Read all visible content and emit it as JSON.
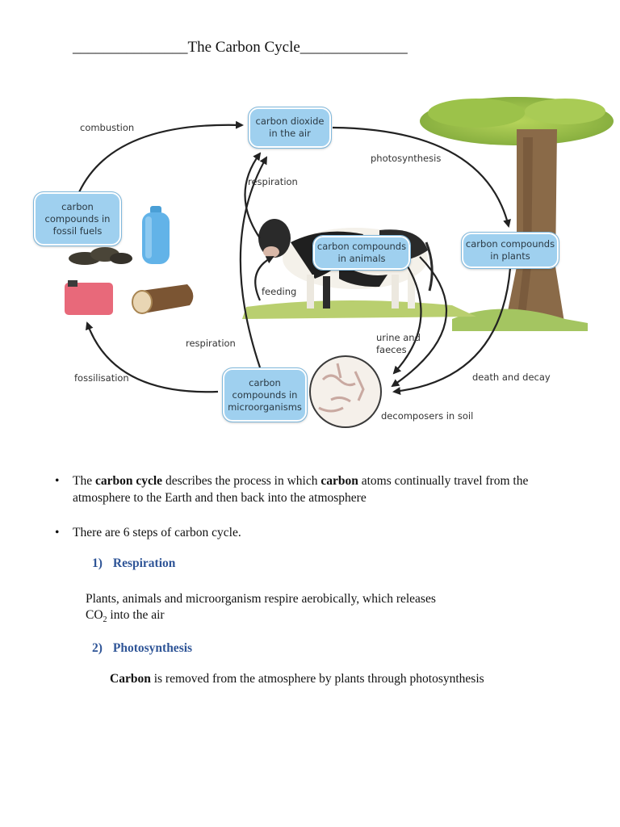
{
  "title": "_______________The Carbon Cycle______________",
  "diagram": {
    "boxes": {
      "co2_air": "carbon dioxide\nin the air",
      "fossil_fuels": "carbon\ncompounds in\nfossil fuels",
      "animals": "carbon compounds\nin animals",
      "plants": "carbon compounds\nin plants",
      "microorganisms": "carbon\ncompounds in\nmicroorganisms"
    },
    "labels": {
      "combustion": "combustion",
      "photosynthesis": "photosynthesis",
      "respiration_top": "respiration",
      "feeding": "feeding",
      "respiration_bottom": "respiration",
      "urine_faeces": "urine and\nfaeces",
      "fossilisation": "fossilisation",
      "death_decay": "death and decay",
      "decomposers": "decomposers in soil"
    }
  },
  "bullets": [
    {
      "parts": [
        {
          "text": "The ",
          "bold": false
        },
        {
          "text": "carbon cycle",
          "bold": true
        },
        {
          "text": " describes the process in which ",
          "bold": false
        },
        {
          "text": "carbon",
          "bold": true
        },
        {
          "text": " atoms continually travel from the atmosphere to the Earth and then back into the atmosphere",
          "bold": false
        }
      ]
    },
    {
      "parts": [
        {
          "text": "There are 6 steps of carbon cycle.",
          "bold": false
        }
      ]
    }
  ],
  "steps": [
    {
      "number": "1)",
      "title": "Respiration"
    },
    {
      "number": "2)",
      "title": "Photosynthesis"
    }
  ],
  "respiration_text": {
    "line1": "Plants, animals and microorganism respire aerobically, which releases",
    "line2_prefix": "CO",
    "line2_sub": "2",
    "line2_suffix": " into the air"
  },
  "photosynthesis_text": {
    "bold": "Carbon",
    "rest": " is removed from the atmosphere by plants through photosynthesis"
  },
  "colors": {
    "box_fill": "#9fd0ef",
    "heading_blue": "#2f5597"
  }
}
